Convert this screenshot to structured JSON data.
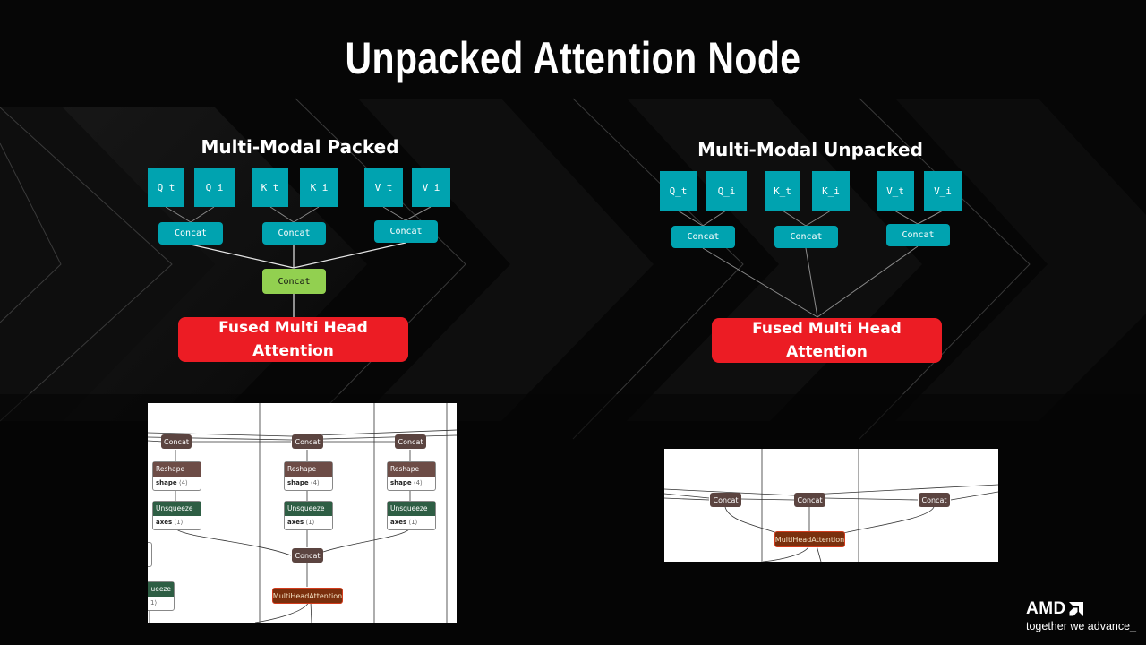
{
  "slide": {
    "title": "Unpacked Attention Node",
    "colors": {
      "teal": "#00a3b0",
      "green": "#92d050",
      "red": "#ec1c24",
      "background": "#050505"
    }
  },
  "packed": {
    "heading": "Multi-Modal Packed",
    "inputs": [
      "Q_t",
      "Q_i",
      "K_t",
      "K_i",
      "V_t",
      "V_i"
    ],
    "concats": [
      "Concat",
      "Concat",
      "Concat"
    ],
    "merge_concat": "Concat",
    "fused_line1": "Fused Multi Head",
    "fused_line2": "Attention",
    "screenshot": {
      "top_concats": [
        "Concat",
        "Concat",
        "Concat"
      ],
      "reshape_title": "Reshape",
      "reshape_attr": "shape",
      "reshape_val": "⟨4⟩",
      "unsqueeze_title": "Unsqueeze",
      "unsqueeze_attr": "axes",
      "unsqueeze_val": "⟨1⟩",
      "partial_unsqueeze": "ueeze",
      "partial_val": "1⟩",
      "merge_concat": "Concat",
      "mha": "MultiHeadAttention"
    }
  },
  "unpacked": {
    "heading": "Multi-Modal Unpacked",
    "inputs": [
      "Q_t",
      "Q_i",
      "K_t",
      "K_i",
      "V_t",
      "V_i"
    ],
    "concats": [
      "Concat",
      "Concat",
      "Concat"
    ],
    "fused_line1": "Fused Multi Head",
    "fused_line2": "Attention",
    "screenshot": {
      "concats": [
        "Concat",
        "Concat",
        "Concat"
      ],
      "mha": "MultiHeadAttention"
    }
  },
  "brand": {
    "logo_text": "AMD",
    "tagline": "together we advance_"
  }
}
